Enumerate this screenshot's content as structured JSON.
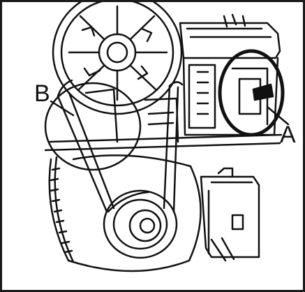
{
  "diagram": {
    "callouts": [
      {
        "id": "B",
        "label": "B"
      },
      {
        "id": "A",
        "label": "A"
      }
    ],
    "colors": {
      "line": "#111111",
      "highlight_ring": "#111111",
      "background": "#ffffff"
    }
  }
}
